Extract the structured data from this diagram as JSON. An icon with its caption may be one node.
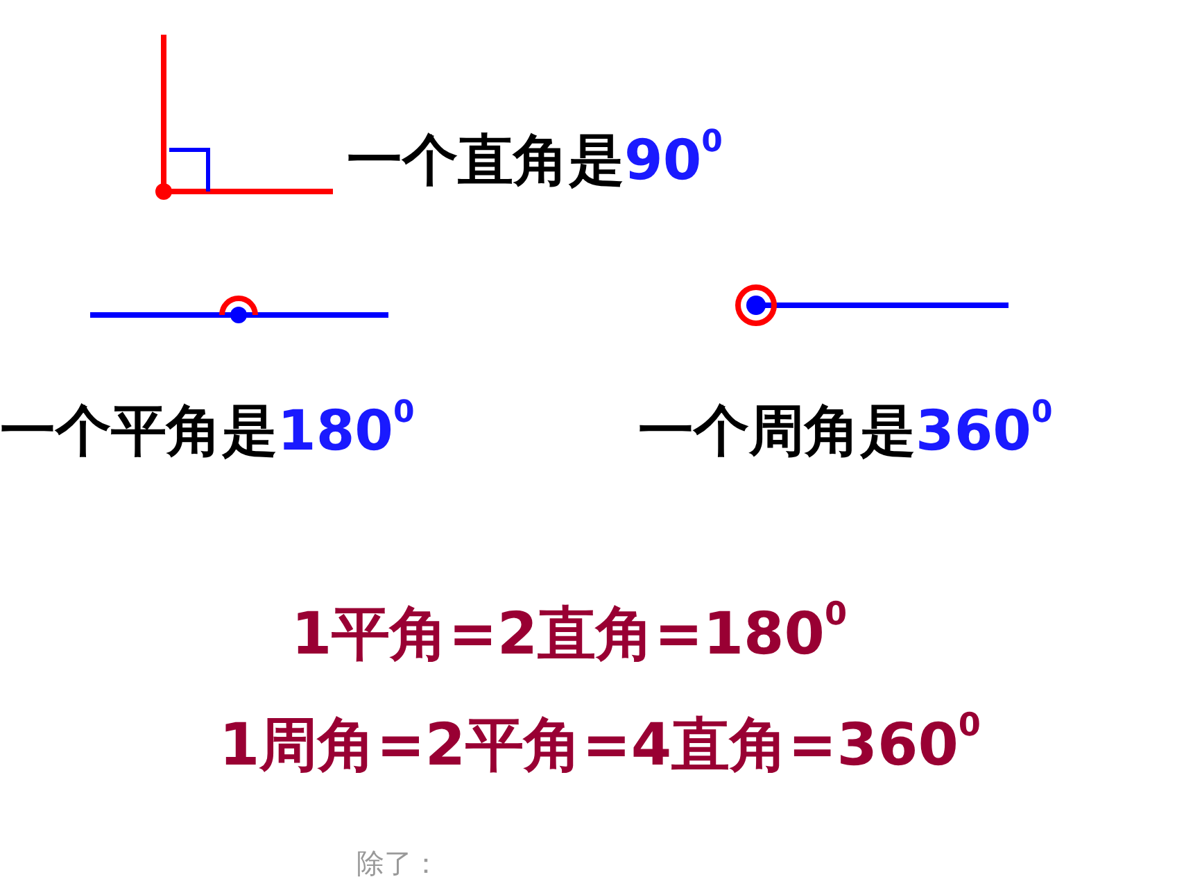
{
  "diagram": {
    "labels": [
      "一个直角是90$^{0}$",
      "一个平角是180$^{0}$",
      "一个周角是360$^{0}$",
      "1平角=2直角=180$^{0}$",
      "1周角=2平角=4直角=360$^{0}$",
      "除了："
    ]
  }
}
